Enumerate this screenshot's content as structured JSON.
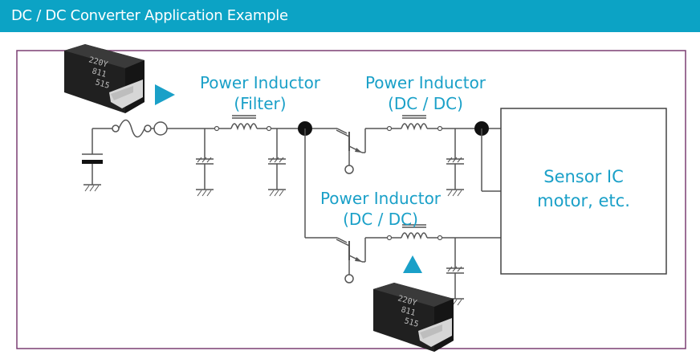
{
  "header": {
    "title": "DC / DC Converter Application Example"
  },
  "labels": {
    "filter_line1": "Power Inductor",
    "filter_line2": "(Filter)",
    "dcdc_top_line1": "Power Inductor",
    "dcdc_top_line2": "(DC / DC)",
    "dcdc_bottom_line1": "Power Inductor",
    "dcdc_bottom_line2": "(DC / DC)",
    "ic_line1": "Sensor IC",
    "ic_line2": "motor, etc."
  },
  "component_marking": {
    "line1": "220Y",
    "line2": "811",
    "line3": "515"
  },
  "colors": {
    "header": "#0ca3c5",
    "accent": "#1aa0c8",
    "border": "#7b3f73",
    "wire": "#555555"
  },
  "icons": [
    "inductor-photo",
    "play-arrow",
    "up-arrow",
    "fuse-symbol",
    "capacitor-symbol",
    "ground-symbol",
    "transistor-symbol",
    "inductor-symbol",
    "battery-symbol"
  ]
}
